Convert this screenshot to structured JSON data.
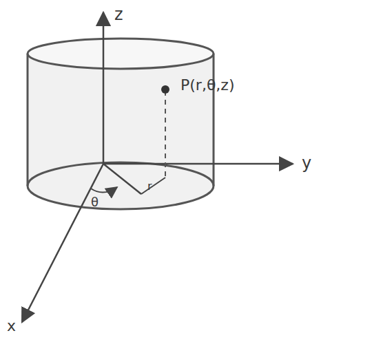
{
  "diagram": {
    "labels": [
      "z",
      "P(r,θ,z)",
      "y",
      "θ",
      "r",
      "x"
    ]
  }
}
